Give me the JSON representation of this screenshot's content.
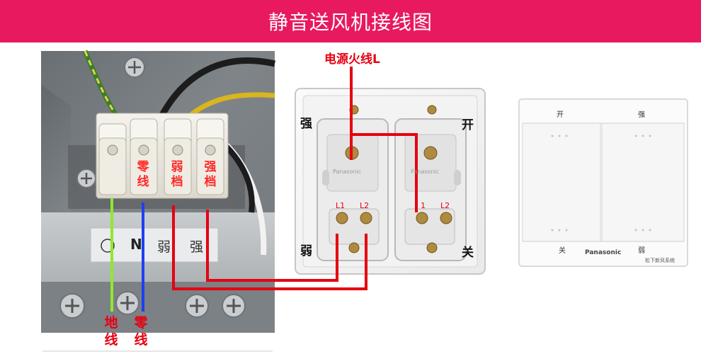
{
  "title": "静音送风机接线图",
  "colors": {
    "banner": "#e8195e",
    "wire_red": "#e60012",
    "wire_green": "#8fe830",
    "wire_blue": "#1e3ff0",
    "label_red": "#e60012"
  },
  "terminal_labels": {
    "neutral": "零线",
    "weak": "弱档",
    "strong": "强档"
  },
  "panel_marks": {
    "n": "N",
    "weak": "弱",
    "strong": "强"
  },
  "bottom_labels": {
    "ground": "地线",
    "neutral": "零线"
  },
  "switch_back": {
    "power_label": "电源火线L",
    "top_left": "强",
    "top_right": "开",
    "bottom_left": "弱",
    "bottom_right": "关",
    "left_l1": "L1",
    "left_l2": "L2",
    "right_l1": "1",
    "right_l2": "L2",
    "brand_engraving": "Panasonic"
  },
  "switch_front": {
    "top_left": "开",
    "top_right": "强",
    "bottom_left": "关",
    "bottom_right": "弱",
    "brand": "Panasonic",
    "product": "松下新风系统"
  }
}
